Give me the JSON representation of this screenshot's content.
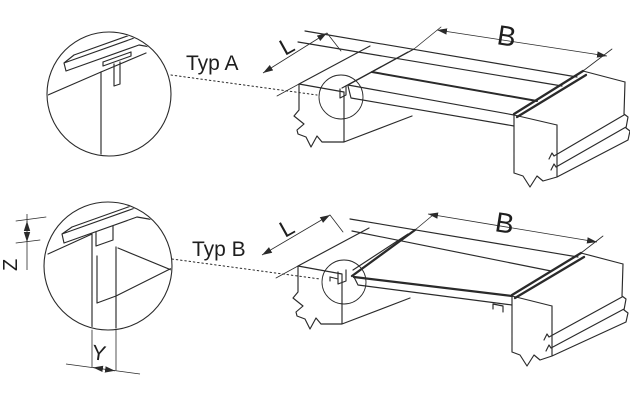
{
  "diagram": {
    "type": "technical-drawing",
    "description": "Isometric views of two precast slab joint types with magnified detail circles",
    "labels": {
      "typ_a": "Typ A",
      "typ_b": "Typ B",
      "length": "L",
      "width": "B",
      "depth_z": "Z",
      "gap_y": "Y"
    },
    "colors": {
      "line": "#2a2a2a",
      "background": "#ffffff",
      "text": "#1e1e1e"
    }
  }
}
